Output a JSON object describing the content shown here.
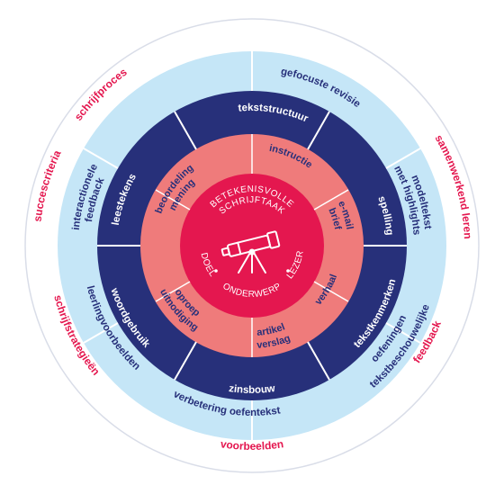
{
  "colors": {
    "outer_ring": "#ffffff",
    "outer_border": "#d9dde8",
    "light_blue": "#c5e6f7",
    "dark_blue": "#27307a",
    "salmon": "#ef7b7b",
    "center_red": "#e4174f",
    "text_red": "#e4174f",
    "text_dark": "#27307a",
    "text_white": "#ffffff"
  },
  "outer_labels": {
    "schrijfproces": "schrijfproces",
    "samenwerkend_leren": "samenwerkend leren",
    "feedback": "feedback",
    "voorbeelden": "voorbeelden",
    "schrijfstrategieen": "schrijfstrategieën",
    "succescriteria": "succescriteria"
  },
  "light_ring": {
    "gefocuste_revisie": "gefocuste revisie",
    "modeltekst_1": "modeltekst",
    "modeltekst_2": "met highlights",
    "tekstbeschouwelijke_1": "tekstbeschouwelijke",
    "tekstbeschouwelijke_2": "oefeningen",
    "verbetering_oefentekst": "verbetering oefentekst",
    "leerlingvoorbeelden": "leerlingvoorbeelden",
    "interactionele_1": "interactionele",
    "interactionele_2": "feedback"
  },
  "dark_ring": {
    "tekststructuur": "tekststructuur",
    "spelling": "spelling",
    "tekstkenmerken": "tekstkenmerken",
    "zinsbouw": "zinsbouw",
    "woordgebruik": "woordgebruik",
    "leestekens": "leestekens"
  },
  "salmon_ring": {
    "instructie": "instructie",
    "email_1": "e-mail",
    "email_2": "brief",
    "verhaal": "verhaal",
    "verslag_1": "verslag",
    "verslag_2": "artikel",
    "uitnodiging_1": "uitnodiging",
    "uitnodiging_2": "oproep",
    "beoordeling_1": "beoordeling",
    "beoordeling_2": "mening"
  },
  "center": {
    "title_1": "BETEKENISVOLLE",
    "title_2": "SCHRIJFTAAK",
    "doel": "DOEL",
    "onderwerp": "ONDERWERP",
    "lezer": "LEZER",
    "icon": "telescope-icon"
  }
}
